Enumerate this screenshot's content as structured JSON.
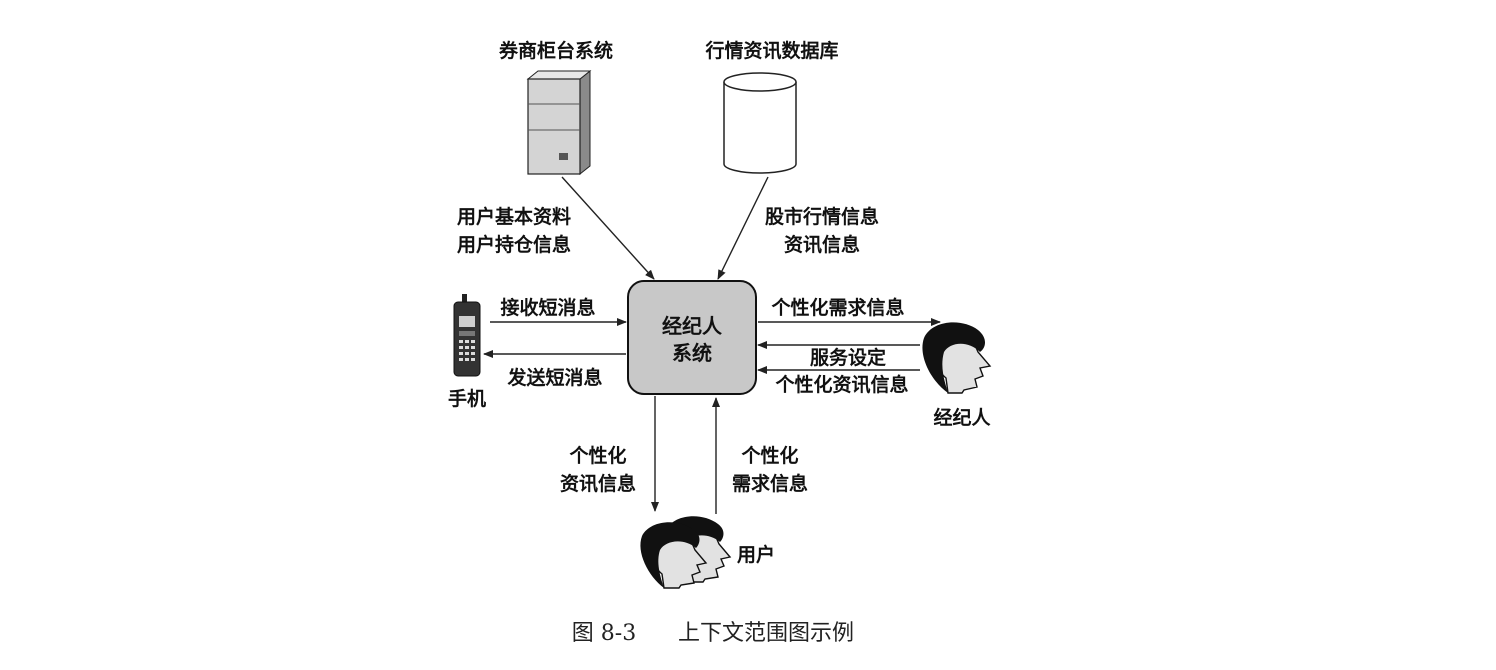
{
  "nodes": {
    "broker_counter": "券商柜台系统",
    "market_db": "行情资讯数据库",
    "center_line1": "经纪人",
    "center_line2": "系统",
    "phone": "手机",
    "broker": "经纪人",
    "user": "用户"
  },
  "flows": {
    "server_to_center_line1": "用户基本资料",
    "server_to_center_line2": "用户持仓信息",
    "db_to_center_line1": "股市行情信息",
    "db_to_center_line2": "资讯信息",
    "phone_to_center": "接收短消息",
    "center_to_phone": "发送短消息",
    "center_to_broker": "个性化需求信息",
    "broker_to_center_1": "服务设定",
    "broker_to_center_2": "个性化资讯信息",
    "center_to_user_line1": "个性化",
    "center_to_user_line2": "资讯信息",
    "user_to_center_line1": "个性化",
    "user_to_center_line2": "需求信息"
  },
  "caption": {
    "figure_no": "图 8-3",
    "title": "上下文范围图示例"
  },
  "colors": {
    "center_fill": "#c8c8c8",
    "server_fill": "#d4d4d4",
    "line": "#222222"
  },
  "icons": [
    "server-icon",
    "database-icon",
    "phone-icon",
    "person-icon"
  ]
}
